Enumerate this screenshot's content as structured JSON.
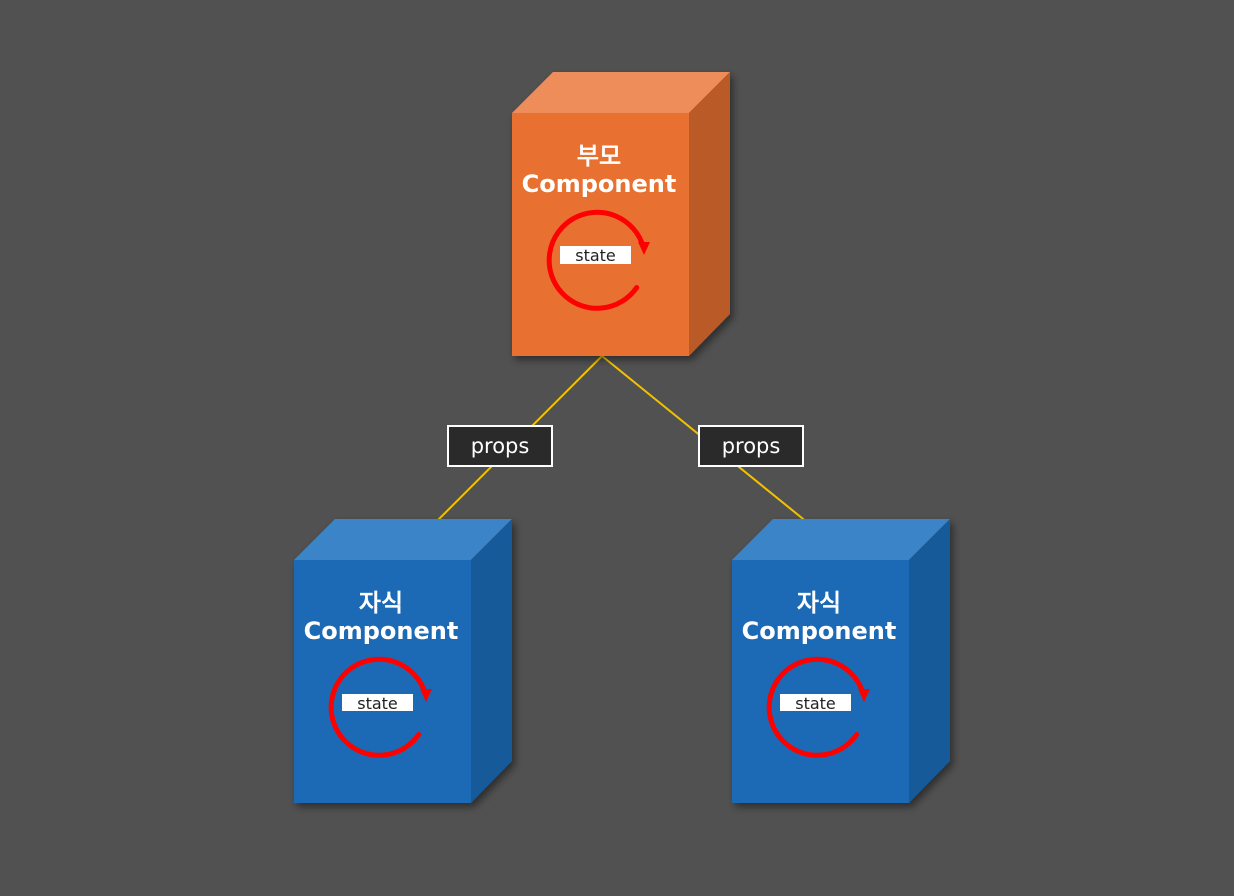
{
  "colors": {
    "background": "#515151",
    "parent_front": "#E87131",
    "parent_top": "#EE8D5A",
    "parent_side": "#BA5A25",
    "child_front": "#1C6BB5",
    "child_top": "#3B84C7",
    "child_side": "#165A99",
    "connector": "#F2C200",
    "cycle_arrow": "#FF0000",
    "props_box_fill": "#2A2A2A",
    "props_box_border": "#FFFFFF"
  },
  "parent": {
    "title_line1": "부모",
    "title_line2": "Component",
    "state_label": "state"
  },
  "children": [
    {
      "title_line1": "자식",
      "title_line2": "Component",
      "state_label": "state",
      "edge_label": "props"
    },
    {
      "title_line1": "자식",
      "title_line2": "Component",
      "state_label": "state",
      "edge_label": "props"
    }
  ]
}
